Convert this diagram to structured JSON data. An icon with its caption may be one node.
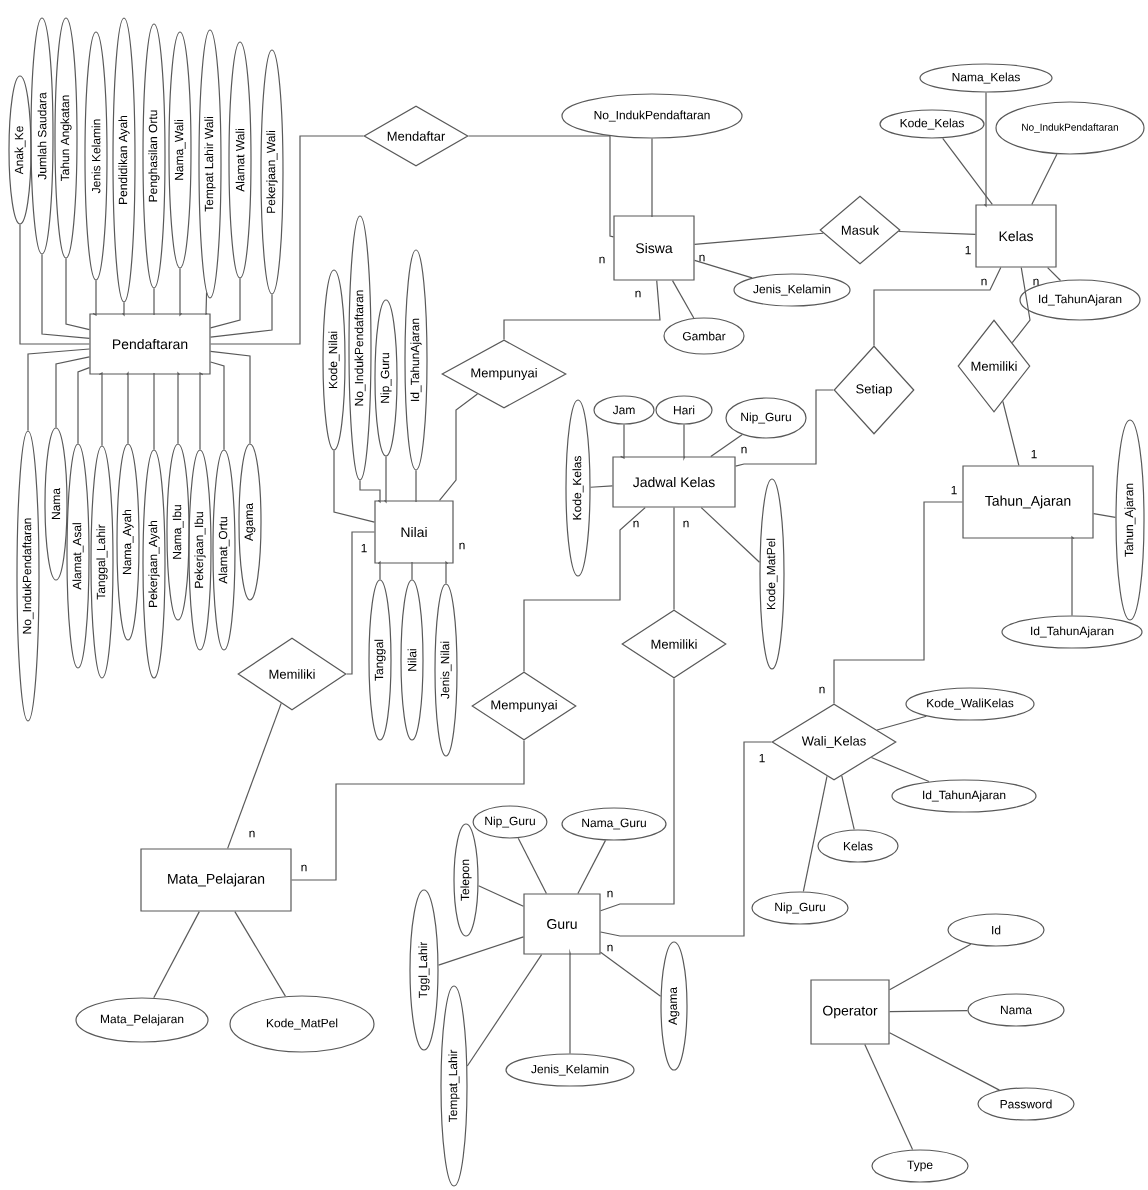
{
  "diagram": {
    "nodes": [
      {
        "text": [
          "Pendaftaran"
        ]
      },
      {
        "text": [
          "Siswa"
        ]
      },
      {
        "text": [
          "Kelas"
        ]
      },
      {
        "text": [
          "Nilai"
        ]
      },
      {
        "text": [
          "Jadwal Kelas"
        ]
      },
      {
        "text": [
          "Tahun_Ajaran"
        ]
      },
      {
        "text": [
          "Mata_Pelajaran"
        ]
      },
      {
        "text": [
          "Guru"
        ]
      },
      {
        "text": [
          "Operator"
        ]
      },
      {
        "text": [
          "Mendaftar"
        ]
      },
      {
        "text": [
          "Masuk"
        ]
      },
      {
        "text": [
          "Mempunyai"
        ]
      },
      {
        "text": [
          "Setiap"
        ]
      },
      {
        "text": [
          "Memiliki"
        ]
      },
      {
        "text": [
          "Memiliki"
        ]
      },
      {
        "text": [
          "Mempunyai"
        ]
      },
      {
        "text": [
          "Memiliki"
        ]
      },
      {
        "text": [
          "Wali_Kelas"
        ]
      },
      {
        "text": [
          "Anak_Ke"
        ]
      },
      {
        "text": [
          "Jumlah Saudara"
        ]
      },
      {
        "text": [
          "Tahun Angkatan"
        ]
      },
      {
        "text": [
          "Jenis Kelamin"
        ]
      },
      {
        "text": [
          "Pendidikan Ayah"
        ]
      },
      {
        "text": [
          "Penghasilan Ortu"
        ]
      },
      {
        "text": [
          "Nama_Wali"
        ]
      },
      {
        "text": [
          "Tempat Lahir Wali"
        ]
      },
      {
        "text": [
          "Alamat Wali"
        ]
      },
      {
        "text": [
          "Pekerjaan_Wali"
        ]
      },
      {
        "text": [
          "No_IndukPendaftaran"
        ]
      },
      {
        "text": [
          "Nama"
        ]
      },
      {
        "text": [
          "Alamat_Asal"
        ]
      },
      {
        "text": [
          "Tanggal_Lahir"
        ]
      },
      {
        "text": [
          "Nama_Ayah"
        ]
      },
      {
        "text": [
          "Pekerjaan_Ayah"
        ]
      },
      {
        "text": [
          "Nama_Ibu"
        ]
      },
      {
        "text": [
          "Pekerjaan_Ibu"
        ]
      },
      {
        "text": [
          "Alamat_Ortu"
        ]
      },
      {
        "text": [
          "Agama"
        ]
      },
      {
        "text": [
          "No_IndukPendaftaran"
        ]
      },
      {
        "text": [
          "Jenis_Kelamin"
        ]
      },
      {
        "text": [
          "Gambar"
        ]
      },
      {
        "text": [
          "Nama_Kelas"
        ]
      },
      {
        "text": [
          "Kode_Kelas"
        ]
      },
      {
        "text": [
          "No_IndukPendaftaran"
        ]
      },
      {
        "text": [
          "Id_TahunAjaran"
        ]
      },
      {
        "text": [
          "Kode_Nilai"
        ]
      },
      {
        "text": [
          "No_IndukPendaftaran"
        ]
      },
      {
        "text": [
          "Nip_Guru"
        ]
      },
      {
        "text": [
          "Id_TahunAjaran"
        ]
      },
      {
        "text": [
          "Tanggal"
        ]
      },
      {
        "text": [
          "Nilai"
        ]
      },
      {
        "text": [
          "Jenis_Nilai"
        ]
      },
      {
        "text": [
          "Jam"
        ]
      },
      {
        "text": [
          "Hari"
        ]
      },
      {
        "text": [
          "Nip_Guru"
        ]
      },
      {
        "text": [
          "Kode_Kelas"
        ]
      },
      {
        "text": [
          "Kode_MatPel"
        ]
      },
      {
        "text": [
          "Tahun_Ajaran"
        ]
      },
      {
        "text": [
          "Id_TahunAjaran"
        ]
      },
      {
        "text": [
          "Kode_WaliKelas"
        ]
      },
      {
        "text": [
          "Id_TahunAjaran"
        ]
      },
      {
        "text": [
          "Kelas"
        ]
      },
      {
        "text": [
          "Nip_Guru"
        ]
      },
      {
        "text": [
          "Mata_Pelajaran"
        ]
      },
      {
        "text": [
          "Kode_MatPel"
        ]
      },
      {
        "text": [
          "Nip_Guru"
        ]
      },
      {
        "text": [
          "Nama_Guru"
        ]
      },
      {
        "text": [
          "Telepon"
        ]
      },
      {
        "text": [
          "Tggl_Lahir"
        ]
      },
      {
        "text": [
          "Tempat_Lahir"
        ]
      },
      {
        "text": [
          "Jenis_Kelamin"
        ]
      },
      {
        "text": [
          "Agama"
        ]
      },
      {
        "text": [
          "Id"
        ]
      },
      {
        "text": [
          "Nama"
        ]
      },
      {
        "text": [
          "Password"
        ]
      },
      {
        "text": [
          "Type"
        ]
      }
    ],
    "edges": [
      {
        "from": 0,
        "to": 9,
        "arrow": "none"
      },
      {
        "from": 9,
        "to": 1,
        "arrow": "none"
      },
      {
        "from": 1,
        "to": 10,
        "arrow": "none"
      },
      {
        "from": 10,
        "to": 2,
        "arrow": "none"
      },
      {
        "from": 1,
        "to": 11,
        "arrow": "none"
      },
      {
        "from": 11,
        "to": 3,
        "arrow": "none"
      },
      {
        "from": 3,
        "to": 14,
        "arrow": "none"
      },
      {
        "from": 14,
        "to": 6,
        "arrow": "none"
      },
      {
        "from": 2,
        "to": 12,
        "arrow": "none"
      },
      {
        "from": 12,
        "to": 4,
        "arrow": "none"
      },
      {
        "from": 2,
        "to": 13,
        "arrow": "none"
      },
      {
        "from": 13,
        "to": 5,
        "arrow": "none"
      },
      {
        "from": 4,
        "to": 16,
        "arrow": "none"
      },
      {
        "from": 16,
        "to": 7,
        "arrow": "none"
      },
      {
        "from": 4,
        "to": 15,
        "arrow": "none"
      },
      {
        "from": 15,
        "to": 6,
        "arrow": "none"
      },
      {
        "from": 5,
        "to": 17,
        "arrow": "none"
      },
      {
        "from": 17,
        "to": 7,
        "arrow": "none"
      },
      {
        "from": 18,
        "to": 0,
        "arrow": "none"
      },
      {
        "from": 19,
        "to": 0,
        "arrow": "none"
      },
      {
        "from": 20,
        "to": 0,
        "arrow": "none"
      },
      {
        "from": 21,
        "to": 0,
        "arrow": "none"
      },
      {
        "from": 22,
        "to": 0,
        "arrow": "none"
      },
      {
        "from": 23,
        "to": 0,
        "arrow": "none"
      },
      {
        "from": 24,
        "to": 0,
        "arrow": "none"
      },
      {
        "from": 25,
        "to": 0,
        "arrow": "none"
      },
      {
        "from": 26,
        "to": 0,
        "arrow": "none"
      },
      {
        "from": 27,
        "to": 0,
        "arrow": "none"
      },
      {
        "from": 28,
        "to": 0,
        "arrow": "none"
      },
      {
        "from": 29,
        "to": 0,
        "arrow": "none"
      },
      {
        "from": 30,
        "to": 0,
        "arrow": "none"
      },
      {
        "from": 31,
        "to": 0,
        "arrow": "none"
      },
      {
        "from": 32,
        "to": 0,
        "arrow": "none"
      },
      {
        "from": 33,
        "to": 0,
        "arrow": "none"
      },
      {
        "from": 34,
        "to": 0,
        "arrow": "none"
      },
      {
        "from": 35,
        "to": 0,
        "arrow": "none"
      },
      {
        "from": 36,
        "to": 0,
        "arrow": "none"
      },
      {
        "from": 37,
        "to": 0,
        "arrow": "none"
      },
      {
        "from": 38,
        "to": 1,
        "arrow": "none"
      },
      {
        "from": 39,
        "to": 1,
        "arrow": "none"
      },
      {
        "from": 40,
        "to": 1,
        "arrow": "none"
      },
      {
        "from": 41,
        "to": 2,
        "arrow": "none"
      },
      {
        "from": 42,
        "to": 2,
        "arrow": "none"
      },
      {
        "from": 43,
        "to": 2,
        "arrow": "none"
      },
      {
        "from": 44,
        "to": 2,
        "arrow": "none"
      },
      {
        "from": 45,
        "to": 3,
        "arrow": "none"
      },
      {
        "from": 46,
        "to": 3,
        "arrow": "none"
      },
      {
        "from": 47,
        "to": 3,
        "arrow": "none"
      },
      {
        "from": 48,
        "to": 3,
        "arrow": "none"
      },
      {
        "from": 49,
        "to": 3,
        "arrow": "none"
      },
      {
        "from": 50,
        "to": 3,
        "arrow": "none"
      },
      {
        "from": 51,
        "to": 3,
        "arrow": "none"
      },
      {
        "from": 52,
        "to": 4,
        "arrow": "none"
      },
      {
        "from": 53,
        "to": 4,
        "arrow": "none"
      },
      {
        "from": 54,
        "to": 4,
        "arrow": "none"
      },
      {
        "from": 55,
        "to": 4,
        "arrow": "none"
      },
      {
        "from": 56,
        "to": 4,
        "arrow": "none"
      },
      {
        "from": 57,
        "to": 5,
        "arrow": "none"
      },
      {
        "from": 58,
        "to": 5,
        "arrow": "none"
      },
      {
        "from": 59,
        "to": 17,
        "arrow": "none"
      },
      {
        "from": 60,
        "to": 17,
        "arrow": "none"
      },
      {
        "from": 61,
        "to": 17,
        "arrow": "none"
      },
      {
        "from": 62,
        "to": 17,
        "arrow": "none"
      },
      {
        "from": 63,
        "to": 6,
        "arrow": "none"
      },
      {
        "from": 64,
        "to": 6,
        "arrow": "none"
      },
      {
        "from": 65,
        "to": 7,
        "arrow": "none"
      },
      {
        "from": 66,
        "to": 7,
        "arrow": "none"
      },
      {
        "from": 67,
        "to": 7,
        "arrow": "none"
      },
      {
        "from": 68,
        "to": 7,
        "arrow": "none"
      },
      {
        "from": 69,
        "to": 7,
        "arrow": "none"
      },
      {
        "from": 70,
        "to": 7,
        "arrow": "none"
      },
      {
        "from": 71,
        "to": 7,
        "arrow": "none"
      },
      {
        "from": 72,
        "to": 8,
        "arrow": "none"
      },
      {
        "from": 73,
        "to": 8,
        "arrow": "none"
      },
      {
        "from": 74,
        "to": 8,
        "arrow": "none"
      },
      {
        "from": 75,
        "to": 8,
        "arrow": "none"
      }
    ],
    "labels": [
      "1",
      "n",
      "n",
      "n",
      "n",
      "n",
      "1",
      "1",
      "n",
      "n",
      "n",
      "1",
      "n",
      "n",
      "1",
      "n",
      "n",
      "n",
      "n"
    ]
  }
}
